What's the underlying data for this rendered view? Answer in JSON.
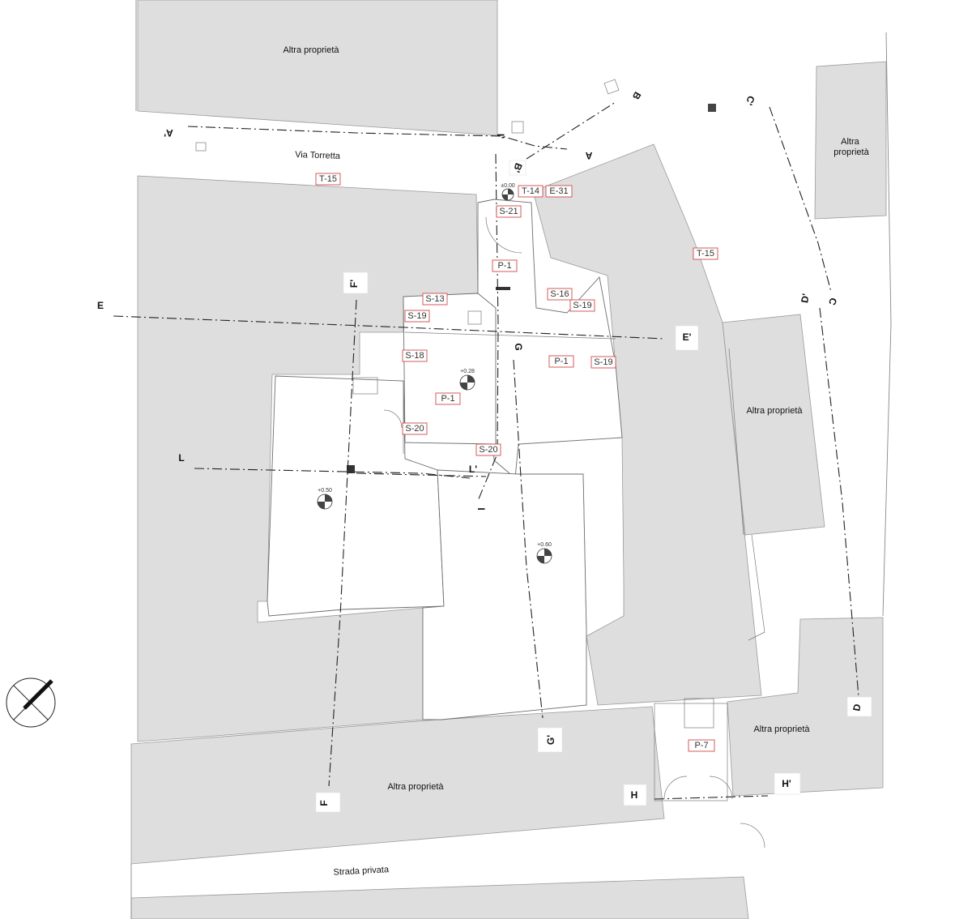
{
  "areas": {
    "altra_top_left": "Altra proprietà",
    "altra_right_top": "Altra\nproprietà",
    "altra_mid_right": "Altra proprietà",
    "altra_bottom_right": "Altra proprietà",
    "altra_bottom_center": "Altra proprietà"
  },
  "roads": {
    "via_torretta": "Via Torretta",
    "strada_privata": "Strada privata"
  },
  "sections": {
    "A_prime": "A'",
    "A": "A",
    "B": "B",
    "B_prime": "B'",
    "C_prime": "C'",
    "C": "C",
    "D_prime": "D'",
    "D": "D",
    "E": "E",
    "E_prime": "E'",
    "F": "F",
    "F_prime": "F'",
    "G": "G",
    "G_prime": "G'",
    "H": "H",
    "H_prime": "H'",
    "L": "L",
    "L_prime": "L'",
    "I_prime": "I'",
    "I": "I"
  },
  "tags": {
    "t15_a": "T-15",
    "t15_b": "T-15",
    "t14": "T-14",
    "e31": "E-31",
    "s21": "S-21",
    "p1_a": "P-1",
    "p1_b": "P-1",
    "p1_c": "P-1",
    "s13": "S-13",
    "s19_a": "S-19",
    "s19_b": "S-19",
    "s19_c": "S-19",
    "s16": "S-16",
    "s18": "S-18",
    "s20_a": "S-20",
    "s20_b": "S-20",
    "p7": "P-7"
  },
  "elevations": {
    "e000": "±0.00",
    "e028": "+0.28",
    "e050": "+0.50",
    "e060": "+0.60"
  },
  "icons": {
    "north": "north-arrow-icon",
    "benchmark": "elevation-benchmark-icon"
  },
  "colors": {
    "property_fill": "#dedede",
    "tag_border": "#d24a4a",
    "section_line": "#222222"
  }
}
